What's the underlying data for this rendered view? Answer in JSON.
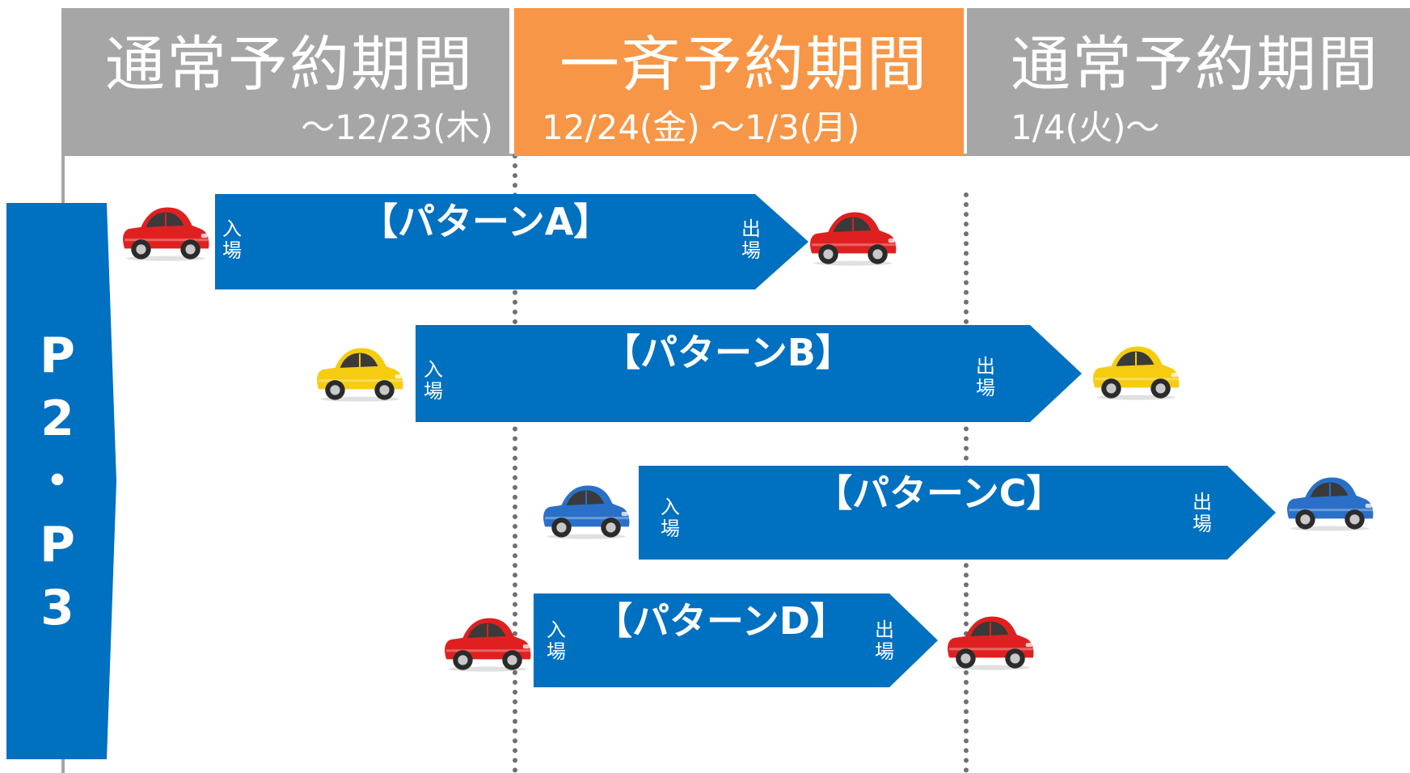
{
  "periods": [
    {
      "title": "通常予約期間",
      "dates": "～12/23(木)",
      "color": "#a6a6a6"
    },
    {
      "title": "一斉予約期間",
      "dates": "12/24(金) ～1/3(月)",
      "color": "#f79646"
    },
    {
      "title": "通常予約期間",
      "dates": "1/4(火)～",
      "color": "#a6a6a6"
    }
  ],
  "sidebar": {
    "chars": [
      "P",
      "2",
      "・",
      "P",
      "3"
    ],
    "color": "#0070c0"
  },
  "patterns": [
    {
      "title": "【パターンA】",
      "entry": "入場",
      "exit": "出場",
      "car_color": "red"
    },
    {
      "title": "【パターンB】",
      "entry": "入場",
      "exit": "出場",
      "car_color": "yellow"
    },
    {
      "title": "【パターンC】",
      "entry": "入場",
      "exit": "出場",
      "car_color": "blue"
    },
    {
      "title": "【パターンD】",
      "entry": "入場",
      "exit": "出場",
      "car_color": "red"
    }
  ],
  "colors": {
    "arrow": "#0070c0",
    "gray": "#a6a6a6",
    "orange": "#f79646",
    "dotted": "#707070"
  }
}
